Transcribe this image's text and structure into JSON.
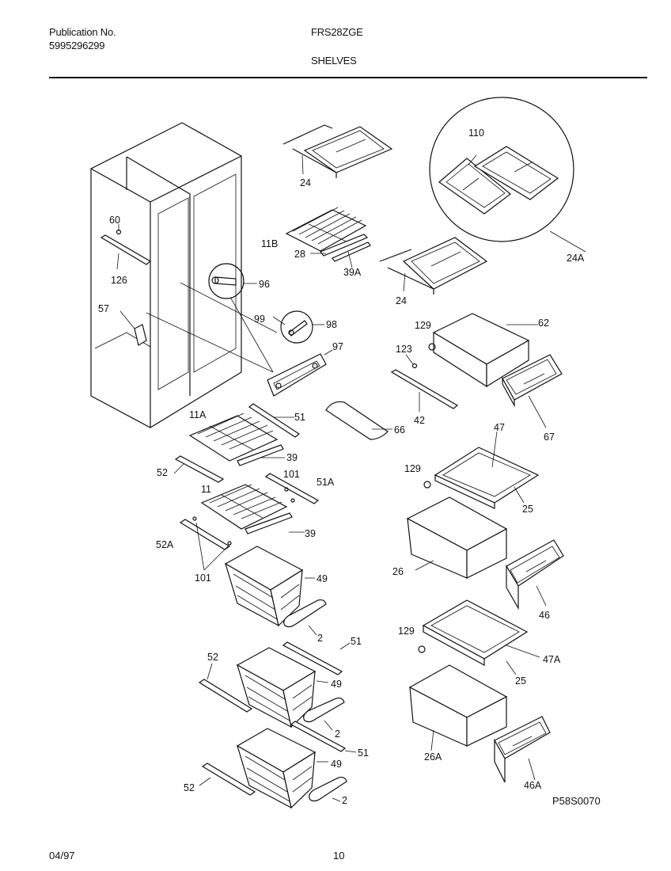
{
  "header": {
    "publication_label": "Publication No.",
    "publication_number": "5995296299",
    "model": "FRS28ZGE",
    "section": "SHELVES"
  },
  "diagram": {
    "figure_id": "P58S0070",
    "callouts": [
      "24",
      "110",
      "24A",
      "11B",
      "28",
      "39A",
      "24",
      "60",
      "126",
      "96",
      "57",
      "99",
      "98",
      "129",
      "62",
      "123",
      "97",
      "42",
      "67",
      "11A",
      "51",
      "66",
      "39",
      "52",
      "101",
      "51A",
      "47",
      "129",
      "25",
      "11",
      "39",
      "52A",
      "101",
      "26",
      "49",
      "46",
      "2",
      "51",
      "129",
      "47A",
      "25",
      "52",
      "49",
      "26A",
      "2",
      "51",
      "49",
      "52",
      "2",
      "46A"
    ]
  },
  "footer": {
    "date": "04/97",
    "page": "10"
  }
}
